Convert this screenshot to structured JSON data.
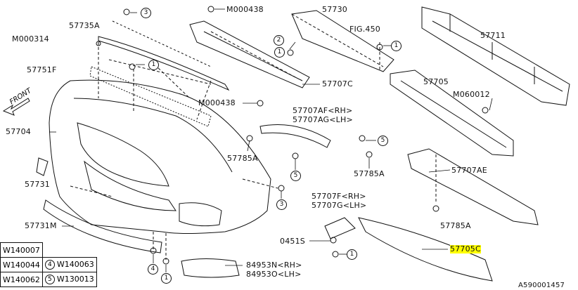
{
  "labels": [
    {
      "id": "57735A",
      "text": "57735A"
    },
    {
      "id": "M000314",
      "text": "M000314"
    },
    {
      "id": "57751F",
      "text": "57751F"
    },
    {
      "id": "57704",
      "text": "57704"
    },
    {
      "id": "57731",
      "text": "57731"
    },
    {
      "id": "57731M",
      "text": "57731M"
    },
    {
      "id": "M000438a",
      "text": "M000438"
    },
    {
      "id": "57730",
      "text": "57730"
    },
    {
      "id": "FIG450",
      "text": "FIG.450"
    },
    {
      "id": "57711",
      "text": "57711"
    },
    {
      "id": "57707C",
      "text": "57707C"
    },
    {
      "id": "M000438b",
      "text": "M000438"
    },
    {
      "id": "57705",
      "text": "57705"
    },
    {
      "id": "M060012",
      "text": "M060012"
    },
    {
      "id": "57707AF",
      "text": "57707AF<RH>"
    },
    {
      "id": "57707AG",
      "text": "57707AG<LH>"
    },
    {
      "id": "57785Aa",
      "text": "57785A"
    },
    {
      "id": "57785Ab",
      "text": "57785A"
    },
    {
      "id": "57707AE",
      "text": "57707AE"
    },
    {
      "id": "57707F",
      "text": "57707F<RH>"
    },
    {
      "id": "57707G",
      "text": "57707G<LH>"
    },
    {
      "id": "57785Ac",
      "text": "57785A"
    },
    {
      "id": "0451S",
      "text": "0451S"
    },
    {
      "id": "57705C",
      "text": "57705C"
    },
    {
      "id": "84953N",
      "text": "84953N<RH>"
    },
    {
      "id": "84953O",
      "text": "84953O<LH>"
    },
    {
      "id": "A590",
      "text": "A590001457"
    }
  ],
  "front_label": "FRONT",
  "callouts": [
    "3",
    "1",
    "2",
    "1",
    "1",
    "5",
    "5",
    "3",
    "1",
    "4",
    "1"
  ],
  "legend": [
    {
      "left": "W140007",
      "num": "",
      "right": ""
    },
    {
      "left": "W140044",
      "num": "4",
      "right": "W140063"
    },
    {
      "left": "W140062",
      "num": "5",
      "right": "W130013"
    }
  ],
  "highlight_label": "57705C"
}
